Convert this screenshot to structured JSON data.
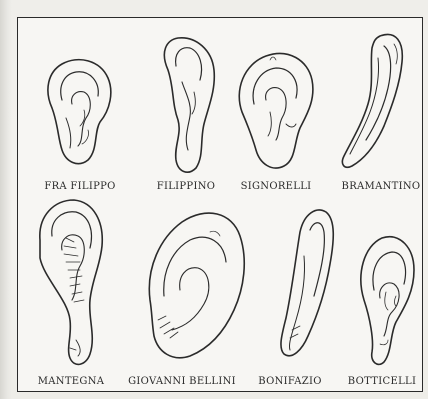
{
  "plate": {
    "ears": [
      {
        "id": "fra-filippo",
        "label": "FRA FILIPPO"
      },
      {
        "id": "filippino",
        "label": "FILIPPINO"
      },
      {
        "id": "signorelli",
        "label": "SIGNORELLI"
      },
      {
        "id": "bramantino",
        "label": "BRAMANTINO"
      },
      {
        "id": "mantegna",
        "label": "MANTEGNA"
      },
      {
        "id": "giovanni-bellini",
        "label": "GIOVANNI BELLINI"
      },
      {
        "id": "bonifazio",
        "label": "BONIFAZIO"
      },
      {
        "id": "botticelli",
        "label": "BOTTICELLI"
      }
    ]
  }
}
